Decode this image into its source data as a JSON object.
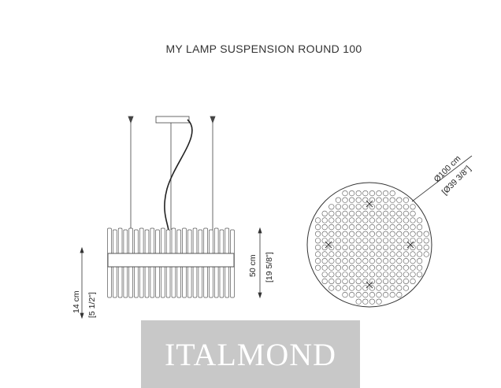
{
  "title": "MY LAMP SUSPENSION ROUND 100",
  "dimensions": {
    "height_metric": "50 cm",
    "height_imperial": "[19 5/8\"]",
    "side_metric": "14 cm",
    "side_imperial": "[5 1/2\"]",
    "diameter_metric": "Ø100 cm",
    "diameter_imperial": "[Ø39 3/8\"]"
  },
  "watermark": {
    "text": "ITALMOND"
  },
  "colors": {
    "line": "#444444",
    "watermark_bg": "#c8c8c8",
    "watermark_text": "#ffffff"
  }
}
